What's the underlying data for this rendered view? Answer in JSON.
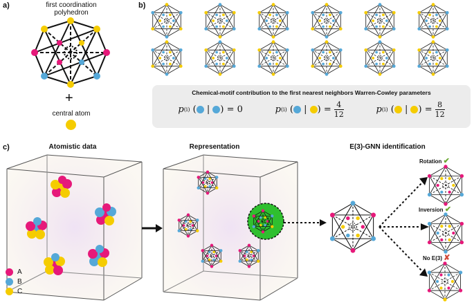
{
  "panels": {
    "a": {
      "label": "a)",
      "polyhedron_caption_line1": "first coordination",
      "polyhedron_caption_line2": "polyhedron",
      "plus": "+",
      "central_caption": "central atom"
    },
    "b": {
      "label": "b)",
      "wc_title": "Chemical-motif contribution to the first nearest neighbors Warren-Cowley parameters",
      "formulas": [
        {
          "lhs": "p",
          "sup": "(i)",
          "eq": "= 0",
          "num": "",
          "den": ""
        },
        {
          "lhs": "p",
          "sup": "(i)",
          "eq": "=",
          "num": "4",
          "den": "12"
        },
        {
          "lhs": "p",
          "sup": "(i)",
          "eq": "=",
          "num": "8",
          "den": "12"
        }
      ]
    },
    "c": {
      "label": "c)",
      "atomistic_title": "Atomistic data",
      "representation_title": "Representation",
      "gnn_title": "E(3)-GNN identification",
      "transforms": [
        {
          "label": "Rotation",
          "mark": "✔"
        },
        {
          "label": "Inversion",
          "mark": "✔"
        },
        {
          "label": "No E(3)",
          "mark": "✘"
        }
      ],
      "legend": [
        {
          "name": "A",
          "color": "#e6197a"
        },
        {
          "name": "B",
          "color": "#55a8d8"
        },
        {
          "name": "C",
          "color": "#f5cc00"
        }
      ]
    }
  },
  "colors": {
    "pink": "#e6197a",
    "blue": "#55a8d8",
    "yellow": "#f5cc00",
    "green": "#2fbf2f",
    "check": "#6aa832",
    "cross": "#d24a3a"
  }
}
